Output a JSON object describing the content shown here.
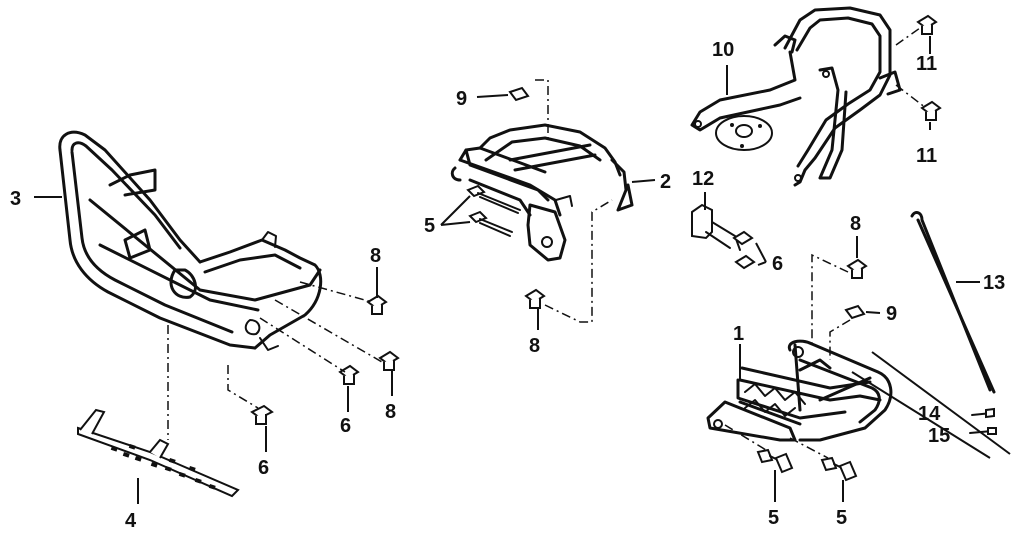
{
  "diagram": {
    "callouts": {
      "c1": "1",
      "c2": "2",
      "c3": "3",
      "c4": "4",
      "c5a": "5",
      "c5b": "5",
      "c5c": "5",
      "c6a": "6",
      "c6b": "6",
      "c6c": "6",
      "c8a": "8",
      "c8b": "8",
      "c8c": "8",
      "c8d": "8",
      "c9a": "9",
      "c9b": "9",
      "c10": "10",
      "c11a": "11",
      "c11b": "11",
      "c12": "12",
      "c13": "13",
      "c14": "14",
      "c15": "15"
    }
  }
}
